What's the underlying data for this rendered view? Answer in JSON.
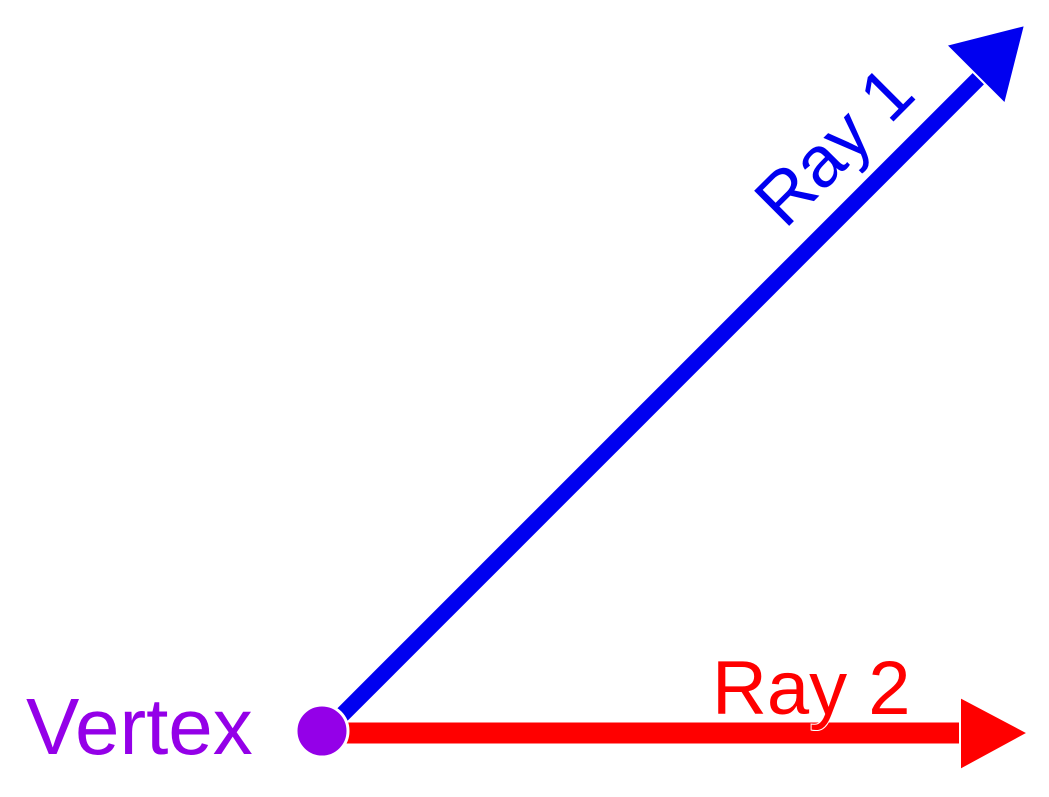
{
  "diagram": {
    "vertex": {
      "label": "Vertex",
      "color": "#9400e8"
    },
    "rays": [
      {
        "label": "Ray 1",
        "color": "#0000f0"
      },
      {
        "label": "Ray 2",
        "color": "#ff0000"
      }
    ],
    "outline_color": "#ffffff"
  }
}
